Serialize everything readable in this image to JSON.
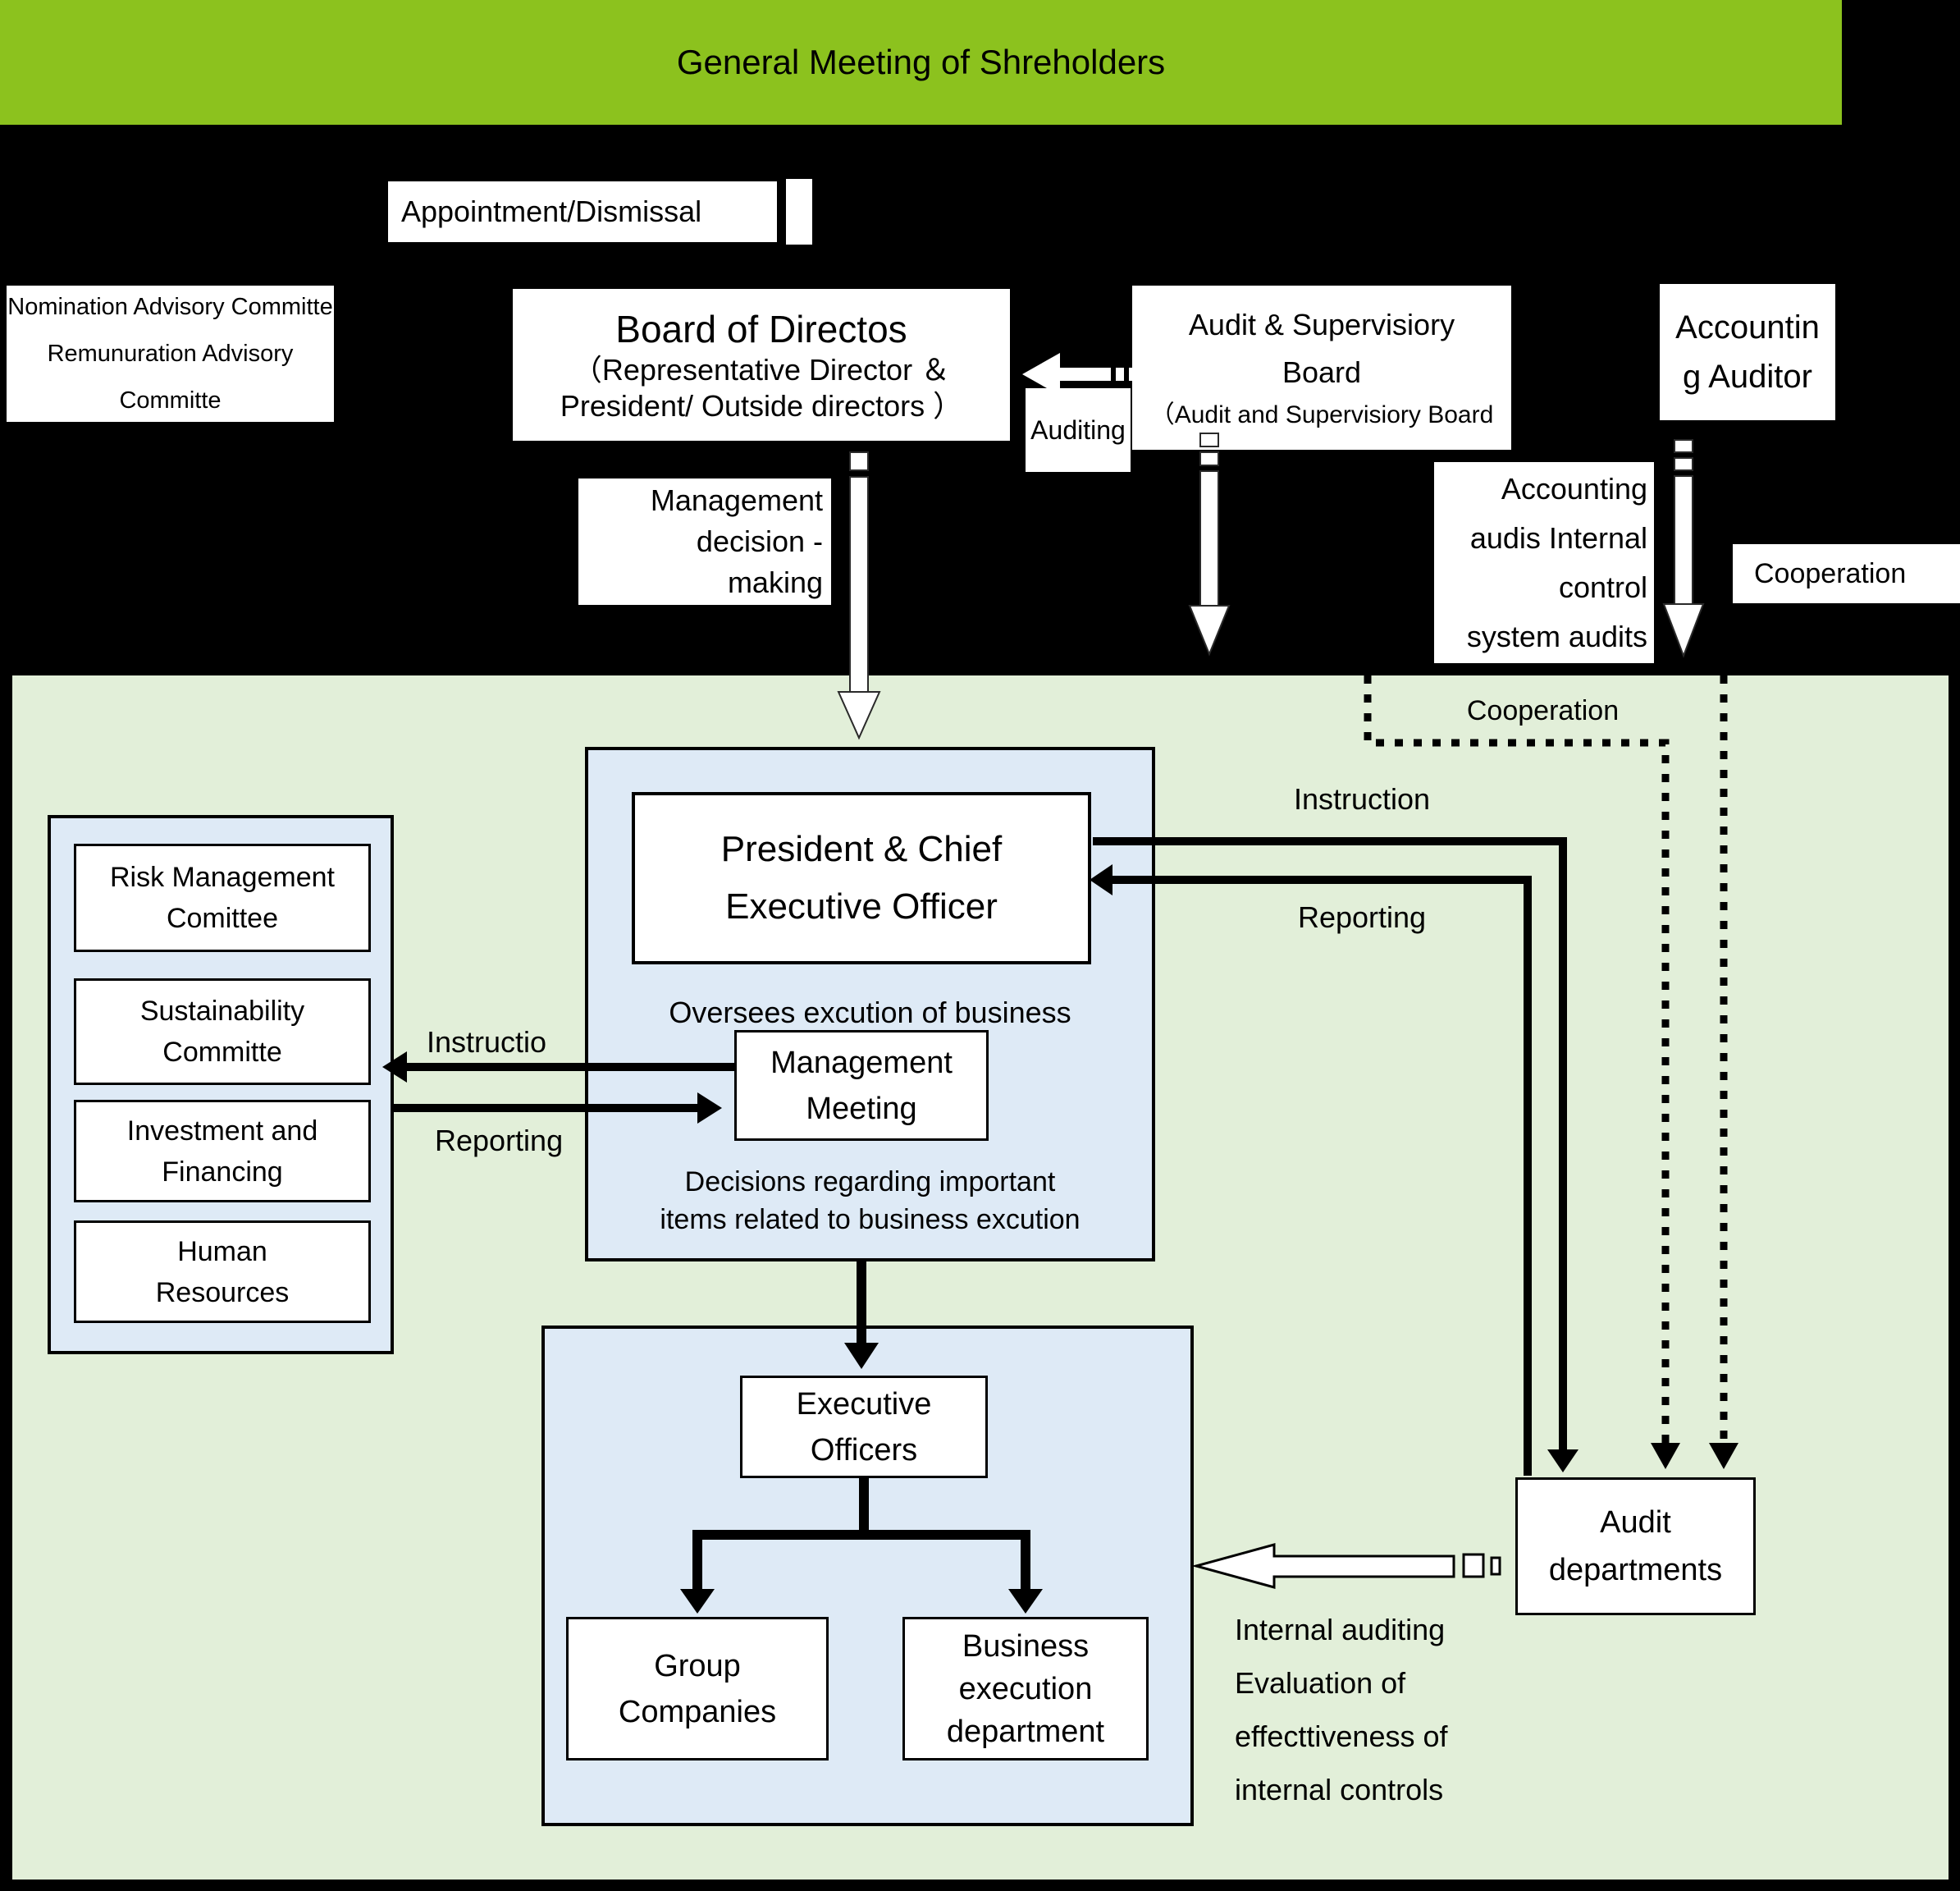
{
  "colors": {
    "banner_green": "#8CC21E",
    "area_green": "#E2EFD9",
    "panel_blue": "#DEEAF6"
  },
  "header": {
    "title": "General Meeting of Shreholders"
  },
  "top_section": {
    "appointment_label": "Appointment/Dismissal",
    "advisory_committees": "Nomination Advisory Committe\nRemunuration Advisory\nCommitte",
    "board_title": "Board of Directos",
    "board_subtitle": "（Representative Director ＆\nPresident/ Outside directors ）",
    "auditing_label": "Auditing",
    "audit_supervisory_title": "Audit & Supervisiory\nBoard",
    "audit_supervisory_sub": "（Audit and Supervisiory Board",
    "accounting_auditor": "Accountin\ng Auditor",
    "management_decision": "Management\ndecision -\nmaking",
    "accounting_audits": "Accounting\naudis Internal\ncontrol\nsystem audits",
    "cooperation_label": "Cooperation"
  },
  "execution_area": {
    "cooperation_label": "Cooperation",
    "instruction_label": "Instruction",
    "reporting_label": "Reporting",
    "president_title": "President & Chief\nExecutive Officer",
    "president_note": "Oversees excution of business",
    "management_meeting_title": "Management\nMeeting",
    "management_meeting_note": "Decisions regarding important\nitems related to business excution",
    "committees": [
      "Risk Management\nComittee",
      "Sustainability\nCommitte",
      "Investment and\nFinancing",
      "Human\nResources"
    ],
    "instructio_label": "Instructio",
    "reporting_label_left": "Reporting",
    "executive_officers": "Executive\nOfficers",
    "group_companies": "Group\nCompanies",
    "business_execution": "Business\nexecution\ndepartment",
    "audit_departments": "Audit\ndepartments",
    "internal_audit_note": "Internal auditing\nEvaluation of\neffecttiveness of\ninternal controls"
  }
}
